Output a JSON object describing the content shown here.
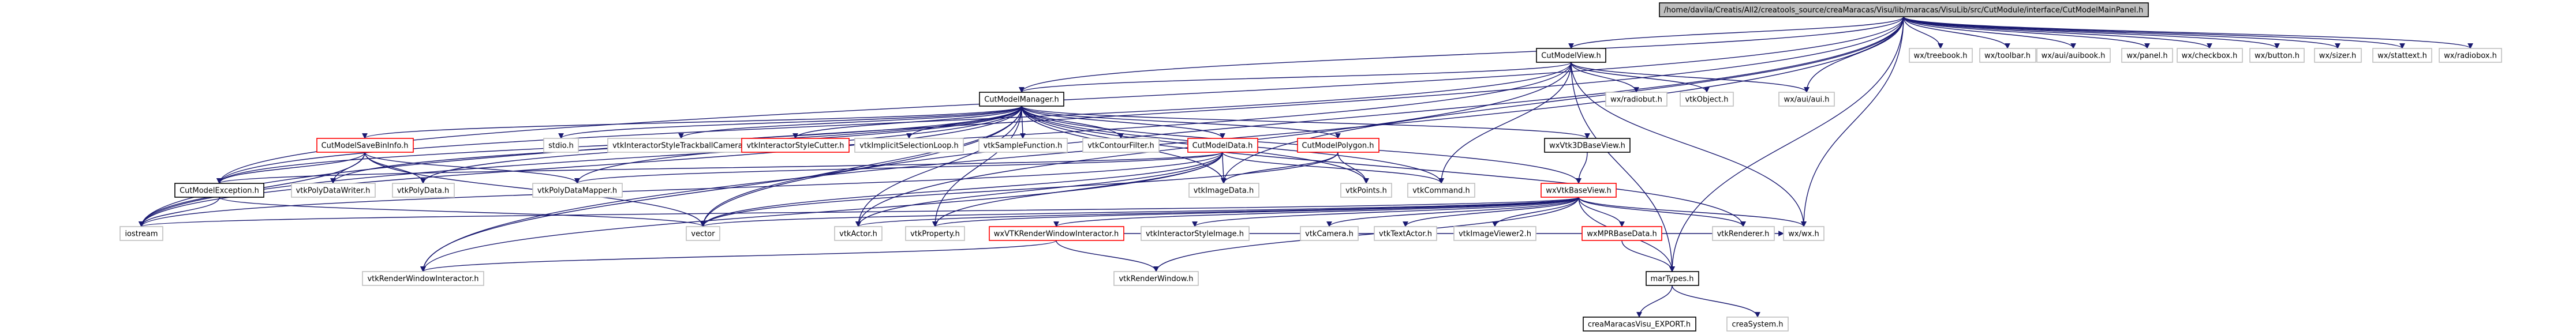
{
  "colors": {
    "background": "#ffffff",
    "edge": "#191970",
    "focus_fill": "#bfbfbf",
    "focus_border": "#000000",
    "documented_border": "#000000",
    "undocumented_border": "#bfbfbf",
    "error_border": "#ff0000",
    "text": "#000000"
  },
  "nodes": [
    {
      "id": "main",
      "label": "/home/davila/Creatis/All2/creatools_source/creaMaracas/Visu/lib/maracas/VisuLib/src/CutModule/interface/CutModelMainPanel.h",
      "style": "focus"
    },
    {
      "id": "cmv",
      "label": "CutModelView.h",
      "style": "documented"
    },
    {
      "id": "wxtreebook",
      "label": "wx/treebook.h",
      "style": "undocumented"
    },
    {
      "id": "wxtoolbar",
      "label": "wx/toolbar.h",
      "style": "undocumented"
    },
    {
      "id": "wxauibook",
      "label": "wx/aui/auibook.h",
      "style": "undocumented"
    },
    {
      "id": "wxpanel",
      "label": "wx/panel.h",
      "style": "undocumented"
    },
    {
      "id": "wxcheckbox",
      "label": "wx/checkbox.h",
      "style": "undocumented"
    },
    {
      "id": "wxbutton",
      "label": "wx/button.h",
      "style": "undocumented"
    },
    {
      "id": "wxsizer",
      "label": "wx/sizer.h",
      "style": "undocumented"
    },
    {
      "id": "wxstattext",
      "label": "wx/stattext.h",
      "style": "undocumented"
    },
    {
      "id": "wxradiobox",
      "label": "wx/radiobox.h",
      "style": "undocumented"
    },
    {
      "id": "cmm",
      "label": "CutModelManager.h",
      "style": "documented"
    },
    {
      "id": "wxradiobut",
      "label": "wx/radiobut.h",
      "style": "undocumented"
    },
    {
      "id": "vtkobject",
      "label": "vtkObject.h",
      "style": "undocumented"
    },
    {
      "id": "wxaui",
      "label": "wx/aui/aui.h",
      "style": "undocumented"
    },
    {
      "id": "cmsbi",
      "label": "CutModelSaveBinInfo.h",
      "style": "error"
    },
    {
      "id": "stdio",
      "label": "stdio.h",
      "style": "undocumented"
    },
    {
      "id": "vtkistb",
      "label": "vtkInteractorStyleTrackballCamera.h",
      "style": "undocumented"
    },
    {
      "id": "vtkisc",
      "label": "vtkInteractorStyleCutter.h",
      "style": "error"
    },
    {
      "id": "vtkisl",
      "label": "vtkImplicitSelectionLoop.h",
      "style": "undocumented"
    },
    {
      "id": "vtksf",
      "label": "vtkSampleFunction.h",
      "style": "undocumented"
    },
    {
      "id": "vtkcf",
      "label": "vtkContourFilter.h",
      "style": "undocumented"
    },
    {
      "id": "cmd",
      "label": "CutModelData.h",
      "style": "error"
    },
    {
      "id": "cmp",
      "label": "CutModelPolygon.h",
      "style": "error"
    },
    {
      "id": "wx3d",
      "label": "wxVtk3DBaseView.h",
      "style": "documented"
    },
    {
      "id": "cme",
      "label": "CutModelException.h",
      "style": "documented"
    },
    {
      "id": "vtkpdw",
      "label": "vtkPolyDataWriter.h",
      "style": "undocumented"
    },
    {
      "id": "vtkpd",
      "label": "vtkPolyData.h",
      "style": "undocumented"
    },
    {
      "id": "vtkpdm",
      "label": "vtkPolyDataMapper.h",
      "style": "undocumented"
    },
    {
      "id": "vtkimagedata",
      "label": "vtkImageData.h",
      "style": "undocumented"
    },
    {
      "id": "vtkpoints",
      "label": "vtkPoints.h",
      "style": "undocumented"
    },
    {
      "id": "vtkcommand",
      "label": "vtkCommand.h",
      "style": "undocumented"
    },
    {
      "id": "wxvbv",
      "label": "wxVtkBaseView.h",
      "style": "error"
    },
    {
      "id": "iostream",
      "label": "iostream",
      "style": "undocumented"
    },
    {
      "id": "vector",
      "label": "vector",
      "style": "undocumented"
    },
    {
      "id": "vtkactor",
      "label": "vtkActor.h",
      "style": "undocumented"
    },
    {
      "id": "vtkproperty",
      "label": "vtkProperty.h",
      "style": "undocumented"
    },
    {
      "id": "wxvtkrwi",
      "label": "wxVTKRenderWindowInteractor.h",
      "style": "error"
    },
    {
      "id": "vtkisi",
      "label": "vtkInteractorStyleImage.h",
      "style": "undocumented"
    },
    {
      "id": "vtkcamera",
      "label": "vtkCamera.h",
      "style": "undocumented"
    },
    {
      "id": "vtktextactor",
      "label": "vtkTextActor.h",
      "style": "undocumented"
    },
    {
      "id": "vtkiv2",
      "label": "vtkImageViewer2.h",
      "style": "undocumented"
    },
    {
      "id": "wxmpr",
      "label": "wxMPRBaseData.h",
      "style": "error"
    },
    {
      "id": "vtkrenderer",
      "label": "vtkRenderer.h",
      "style": "undocumented"
    },
    {
      "id": "wxwx",
      "label": "wx/wx.h",
      "style": "undocumented"
    },
    {
      "id": "vtkrwi",
      "label": "vtkRenderWindowInteractor.h",
      "style": "undocumented"
    },
    {
      "id": "vtkrw",
      "label": "vtkRenderWindow.h",
      "style": "undocumented"
    },
    {
      "id": "martypes",
      "label": "marTypes.h",
      "style": "documented"
    },
    {
      "id": "creaexport",
      "label": "creaMaracasVisu_EXPORT.h",
      "style": "documented"
    },
    {
      "id": "creasystem",
      "label": "creaSystem.h",
      "style": "undocumented"
    }
  ],
  "edges": [
    [
      "main",
      "cmv"
    ],
    [
      "main",
      "wxtreebook"
    ],
    [
      "main",
      "wxtoolbar"
    ],
    [
      "main",
      "wxauibook"
    ],
    [
      "main",
      "wxpanel"
    ],
    [
      "main",
      "wxcheckbox"
    ],
    [
      "main",
      "wxbutton"
    ],
    [
      "main",
      "wxsizer"
    ],
    [
      "main",
      "wxstattext"
    ],
    [
      "main",
      "wxradiobox"
    ],
    [
      "main",
      "cmm"
    ],
    [
      "main",
      "wxaui"
    ],
    [
      "main",
      "cme"
    ],
    [
      "main",
      "iostream"
    ],
    [
      "main",
      "vector"
    ],
    [
      "main",
      "vtkrwi"
    ],
    [
      "main",
      "vtkimagedata"
    ],
    [
      "main",
      "wxwx"
    ],
    [
      "main",
      "martypes"
    ],
    [
      "cmv",
      "wxradiobut"
    ],
    [
      "cmv",
      "vtkobject"
    ],
    [
      "cmv",
      "wxaui"
    ],
    [
      "cmv",
      "cmm"
    ],
    [
      "cmv",
      "wxwx"
    ],
    [
      "cmv",
      "cme"
    ],
    [
      "cmv",
      "vtkactor"
    ],
    [
      "cmv",
      "vtkcommand"
    ],
    [
      "cmv",
      "martypes"
    ],
    [
      "cmv",
      "iostream"
    ],
    [
      "cmm",
      "cmsbi"
    ],
    [
      "cmm",
      "stdio"
    ],
    [
      "cmm",
      "vtkistb"
    ],
    [
      "cmm",
      "vtkisc"
    ],
    [
      "cmm",
      "vtkisl"
    ],
    [
      "cmm",
      "vtksf"
    ],
    [
      "cmm",
      "vtkcf"
    ],
    [
      "cmm",
      "cmd"
    ],
    [
      "cmm",
      "cmp"
    ],
    [
      "cmm",
      "wx3d"
    ],
    [
      "cmm",
      "cme"
    ],
    [
      "cmm",
      "vtkpdw"
    ],
    [
      "cmm",
      "vtkpd"
    ],
    [
      "cmm",
      "vtkpdm"
    ],
    [
      "cmm",
      "vtkimagedata"
    ],
    [
      "cmm",
      "vtkpoints"
    ],
    [
      "cmm",
      "vtkcommand"
    ],
    [
      "cmm",
      "vtkrenderer"
    ],
    [
      "cmm",
      "iostream"
    ],
    [
      "cmm",
      "vector"
    ],
    [
      "cmm",
      "vtkactor"
    ],
    [
      "cmm",
      "vtkproperty"
    ],
    [
      "cmm",
      "vtkrwi"
    ],
    [
      "cmm",
      "wxvbv"
    ],
    [
      "cmsbi",
      "cme"
    ],
    [
      "cmsbi",
      "vtkpdw"
    ],
    [
      "cmsbi",
      "vtkpd"
    ],
    [
      "cmsbi",
      "vtkpdm"
    ],
    [
      "cmsbi",
      "iostream"
    ],
    [
      "cmsbi",
      "vector"
    ],
    [
      "cmd",
      "cme"
    ],
    [
      "cmd",
      "vtkimagedata"
    ],
    [
      "cmd",
      "vtkpdm"
    ],
    [
      "cmd",
      "vtkactor"
    ],
    [
      "cmd",
      "vtkproperty"
    ],
    [
      "cmd",
      "vtkcommand"
    ],
    [
      "cmd",
      "vtkrwi"
    ],
    [
      "cmd",
      "vector"
    ],
    [
      "cmd",
      "iostream"
    ],
    [
      "cmp",
      "vtkpoints"
    ],
    [
      "cmp",
      "vtkimagedata"
    ],
    [
      "cmp",
      "vector"
    ],
    [
      "cme",
      "iostream"
    ],
    [
      "cme",
      "vector"
    ],
    [
      "wx3d",
      "wxvbv"
    ],
    [
      "wxvbv",
      "vtkactor"
    ],
    [
      "wxvbv",
      "vtkproperty"
    ],
    [
      "wxvbv",
      "wxvtkrwi"
    ],
    [
      "wxvbv",
      "vtkisi"
    ],
    [
      "wxvbv",
      "vtkcamera"
    ],
    [
      "wxvbv",
      "vtktextactor"
    ],
    [
      "wxvbv",
      "vtkiv2"
    ],
    [
      "wxvbv",
      "wxmpr"
    ],
    [
      "wxvbv",
      "vtkrenderer"
    ],
    [
      "wxvbv",
      "wxwx"
    ],
    [
      "wxvbv",
      "vector"
    ],
    [
      "wxvbv",
      "vtkrw"
    ],
    [
      "wxvbv",
      "martypes"
    ],
    [
      "wxvbv",
      "iostream"
    ],
    [
      "wxvtkrwi",
      "vtkrwi"
    ],
    [
      "wxvtkrwi",
      "vtkrw"
    ],
    [
      "wxvtkrwi",
      "wxwx"
    ],
    [
      "wxmpr",
      "martypes"
    ],
    [
      "martypes",
      "creaexport"
    ],
    [
      "martypes",
      "creasystem"
    ]
  ]
}
